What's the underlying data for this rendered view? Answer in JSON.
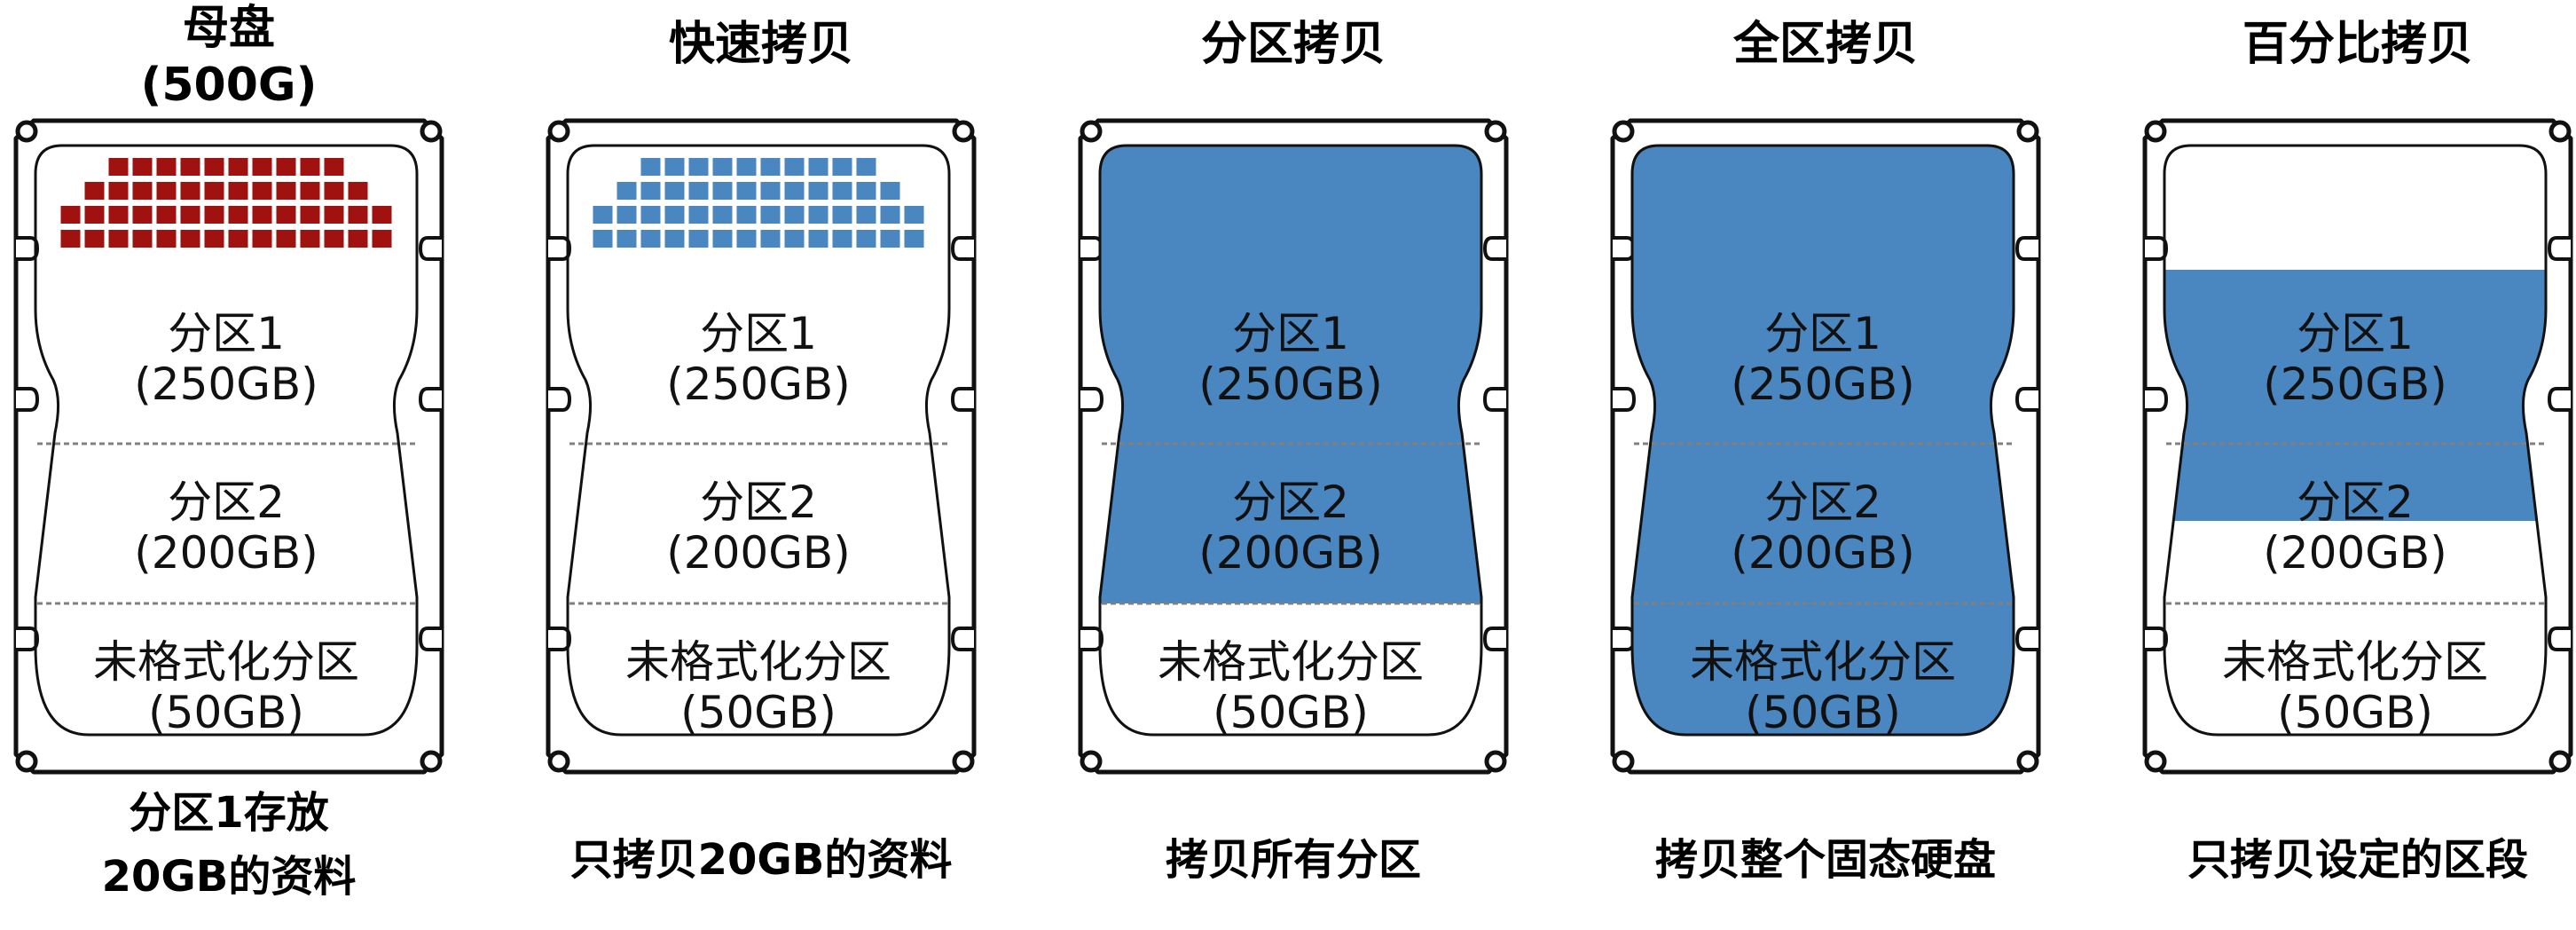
{
  "colors": {
    "master_fill": "#a0120f",
    "copy_fill": "#4a86bf",
    "outline": "#111111",
    "divider": "#808080"
  },
  "columns": [
    {
      "id": "master",
      "title": "母盘",
      "title_line2": "(500G)",
      "caption_line1": "分区1存放",
      "caption_line2": "20GB的资料",
      "fill_mode": "blocks",
      "fill_color": "#a0120f",
      "partitions": [
        {
          "name": "分区1",
          "size": "(250GB)"
        },
        {
          "name": "分区2",
          "size": "(200GB)"
        },
        {
          "name": "未格式化分区",
          "size": "(50GB)"
        }
      ]
    },
    {
      "id": "quick-copy",
      "title": "快速拷贝",
      "title_line2": "",
      "caption_line1": "只拷贝20GB的资料",
      "caption_line2": "",
      "fill_mode": "blocks",
      "fill_color": "#4a86bf",
      "partitions": [
        {
          "name": "分区1",
          "size": "(250GB)"
        },
        {
          "name": "分区2",
          "size": "(200GB)"
        },
        {
          "name": "未格式化分区",
          "size": "(50GB)"
        }
      ]
    },
    {
      "id": "partition-copy",
      "title": "分区拷贝",
      "title_line2": "",
      "caption_line1": "拷贝所有分区",
      "caption_line2": "",
      "fill_mode": "partitions",
      "fill_color": "#4a86bf",
      "partitions": [
        {
          "name": "分区1",
          "size": "(250GB)"
        },
        {
          "name": "分区2",
          "size": "(200GB)"
        },
        {
          "name": "未格式化分区",
          "size": "(50GB)"
        }
      ]
    },
    {
      "id": "full-copy",
      "title": "全区拷贝",
      "title_line2": "",
      "caption_line1": "拷贝整个固态硬盘",
      "caption_line2": "",
      "fill_mode": "full",
      "fill_color": "#4a86bf",
      "partitions": [
        {
          "name": "分区1",
          "size": "(250GB)"
        },
        {
          "name": "分区2",
          "size": "(200GB)"
        },
        {
          "name": "未格式化分区",
          "size": "(50GB)"
        }
      ]
    },
    {
      "id": "percent-copy",
      "title": "百分比拷贝",
      "title_line2": "",
      "caption_line1": "只拷贝设定的区段",
      "caption_line2": "",
      "fill_mode": "band",
      "fill_color": "#4a86bf",
      "partitions": [
        {
          "name": "分区1",
          "size": "(250GB)"
        },
        {
          "name": "分区2",
          "size": "(200GB)"
        },
        {
          "name": "未格式化分区",
          "size": "(50GB)"
        }
      ]
    }
  ]
}
